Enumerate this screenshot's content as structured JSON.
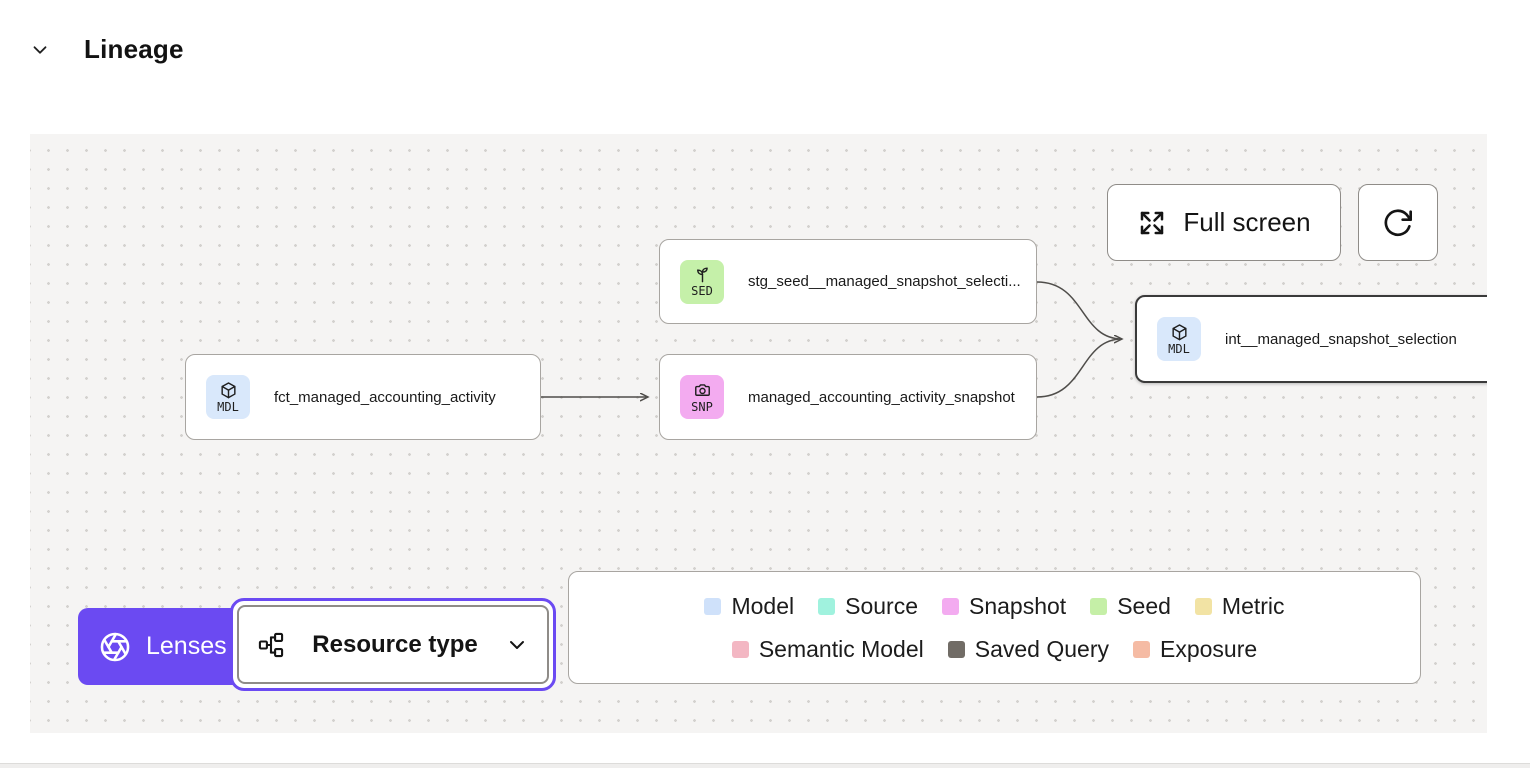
{
  "header": {
    "title": "Lineage"
  },
  "toolbar": {
    "fullscreen_label": "Full screen"
  },
  "nodes": {
    "seed": {
      "badge": "SED",
      "label": "stg_seed__managed_snapshot_selecti...",
      "color": "#c5f0a9"
    },
    "fct": {
      "badge": "MDL",
      "label": "fct_managed_accounting_activity",
      "color": "#d9e8fb"
    },
    "snp": {
      "badge": "SNP",
      "label": "managed_accounting_activity_snapshot",
      "color": "#f3abf0"
    },
    "int": {
      "badge": "MDL",
      "label": "int__managed_snapshot_selection",
      "color": "#d9e8fb"
    }
  },
  "lenses": {
    "label": "Lenses",
    "accent": "#6b4af2"
  },
  "resource_type": {
    "label": "Resource type"
  },
  "legend": {
    "items": [
      {
        "label": "Model",
        "color": "#cfe1fa"
      },
      {
        "label": "Source",
        "color": "#a0f2de"
      },
      {
        "label": "Snapshot",
        "color": "#f3abf0"
      },
      {
        "label": "Seed",
        "color": "#c5efa7"
      },
      {
        "label": "Metric",
        "color": "#f2e3a4"
      },
      {
        "label": "Semantic Model",
        "color": "#f3b7c3"
      },
      {
        "label": "Saved Query",
        "color": "#716c66"
      },
      {
        "label": "Exposure",
        "color": "#f5bba4"
      }
    ]
  }
}
